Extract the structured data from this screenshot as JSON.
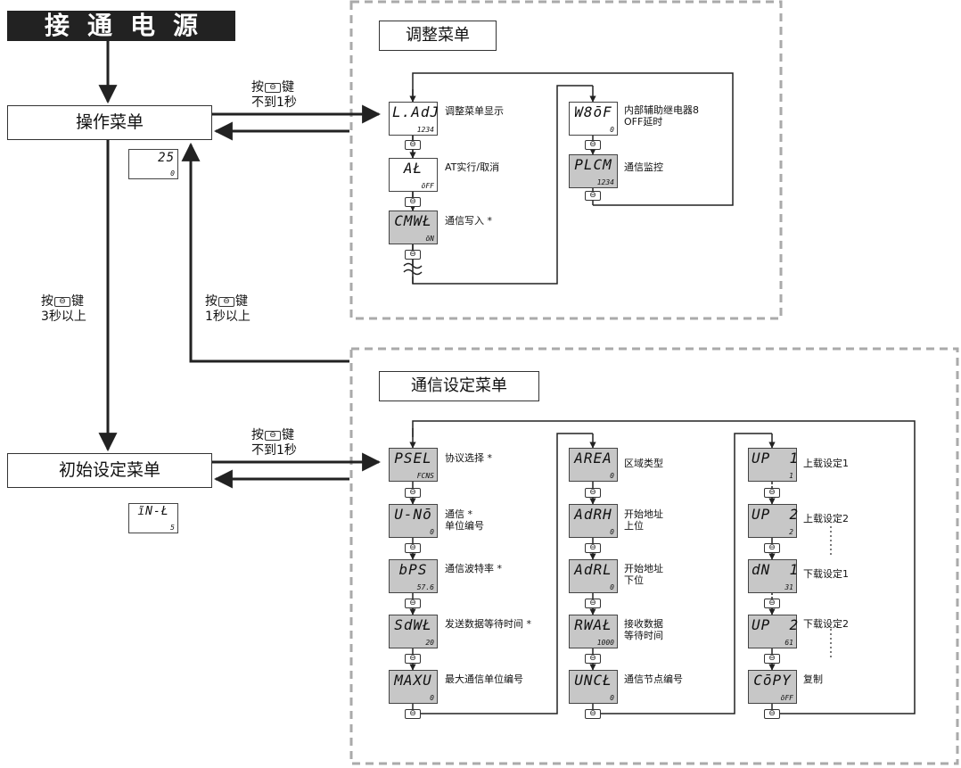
{
  "title": "接通电源",
  "operation_menu": {
    "label": "操作菜单",
    "display_top": "25",
    "display_bottom": "0"
  },
  "initial_menu": {
    "label": "初始设定菜单",
    "display_top": "ĩN-Ł",
    "display_bottom": "5"
  },
  "notes": {
    "press_lt1_top": [
      "按",
      "键",
      "不到1秒"
    ],
    "press_3s": [
      "按",
      "键",
      "3秒以上"
    ],
    "press_1s": [
      "按",
      "键",
      "1秒以上"
    ],
    "press_lt1_bottom": [
      "按",
      "键",
      "不到1秒"
    ]
  },
  "key_glyph": "⊖",
  "adjust": {
    "title": "调整菜单",
    "displays": [
      {
        "top": "L.AdJ",
        "bottom": "1234",
        "label": "调整菜单显示",
        "gray": false
      },
      {
        "top": "AŁ",
        "bottom": "ōFF",
        "label": "AT实行/取消",
        "gray": false
      },
      {
        "top": "CMWŁ",
        "bottom": "ōN",
        "label": "通信写入 *",
        "gray": true
      },
      {
        "top": "W8ōF",
        "bottom": "0",
        "label1": "内部辅助继电器8",
        "label2": "OFF延时",
        "gray": false
      },
      {
        "top": "PLCM",
        "bottom": "1234",
        "label": "通信监控",
        "gray": true
      }
    ]
  },
  "comm": {
    "title": "通信设定菜单",
    "col1": [
      {
        "top": "PSEL",
        "bottom": "FCNS",
        "label": "协议选择 *"
      },
      {
        "top": "U-Nō",
        "bottom": "0",
        "label1": "通信 *",
        "label2": "单位编号"
      },
      {
        "top": "bPS",
        "bottom": "57.6",
        "label": "通信波特率 *"
      },
      {
        "top": "SdWŁ",
        "bottom": "20",
        "label": "发送数据等待时间 *"
      },
      {
        "top": "MAXU",
        "bottom": "0",
        "label": "最大通信单位编号"
      }
    ],
    "col2": [
      {
        "top": "AREA",
        "bottom": "0",
        "label": "区域类型"
      },
      {
        "top": "AdRH",
        "bottom": "0",
        "label1": "开始地址",
        "label2": "上位"
      },
      {
        "top": "AdRL",
        "bottom": "0",
        "label1": "开始地址",
        "label2": "下位"
      },
      {
        "top": "RWAŁ",
        "bottom": "1000",
        "label1": "接收数据",
        "label2": "等待时间"
      },
      {
        "top": "UNCŁ",
        "bottom": "0",
        "label": "通信节点编号"
      }
    ],
    "col3": [
      {
        "top": "UP  1",
        "bottom": "1",
        "label": "上载设定1"
      },
      {
        "top": "UP  2",
        "bottom": "2",
        "label": "上载设定2"
      },
      {
        "top": "dN  1",
        "bottom": "31",
        "label": "下载设定1"
      },
      {
        "top": "UP  2",
        "bottom": "61",
        "label": "下载设定2"
      },
      {
        "top": "CōPY",
        "bottom": "ōFF",
        "label": "复制"
      }
    ]
  }
}
